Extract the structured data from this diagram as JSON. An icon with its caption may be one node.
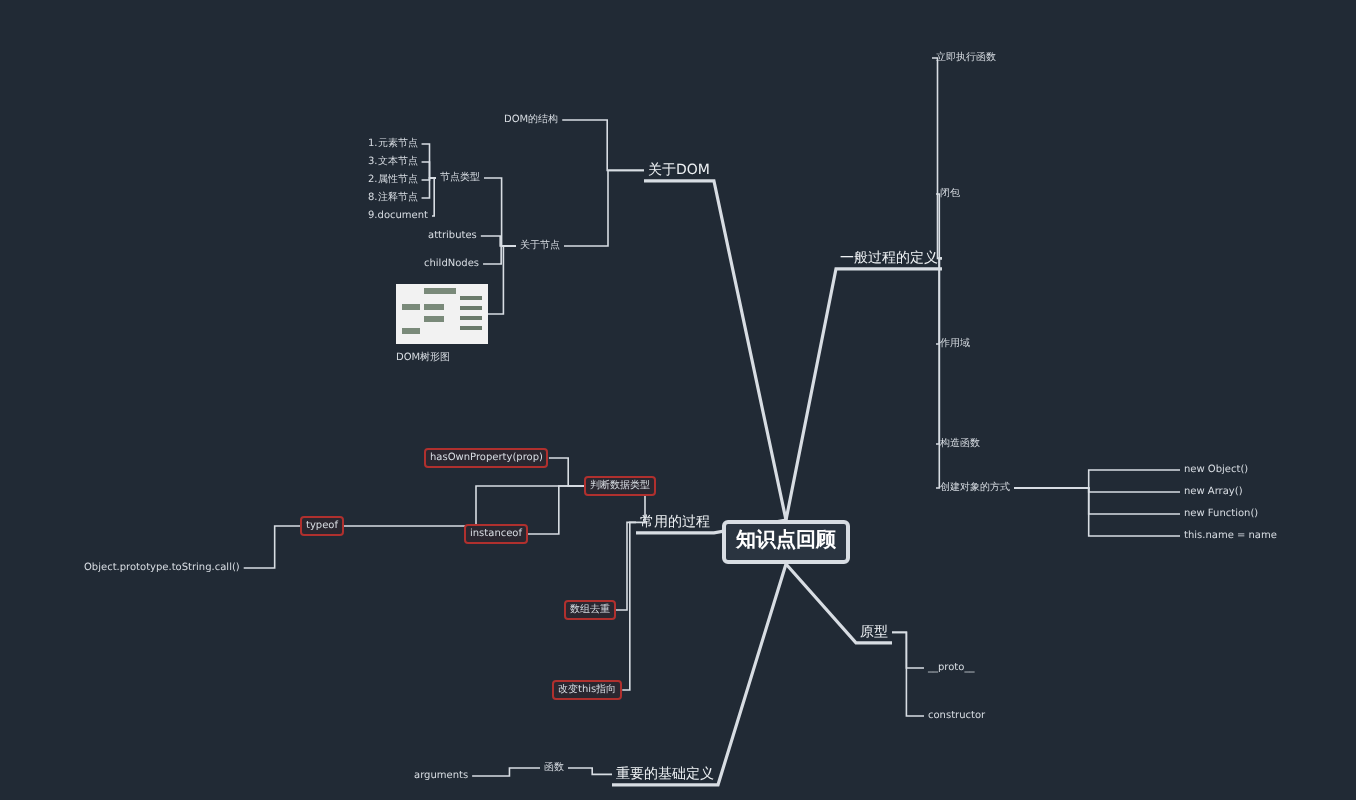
{
  "diagram": {
    "nodes": [
      {
        "text": [
          "知识点回顾"
        ]
      },
      {
        "text": [
          "关于DOM"
        ]
      },
      {
        "text": [
          "一般过程的定义"
        ]
      },
      {
        "text": [
          "常用的过程"
        ]
      },
      {
        "text": [
          "重要的基础定义"
        ]
      },
      {
        "text": [
          "原型"
        ]
      },
      {
        "text": [
          "DOM的结构"
        ]
      },
      {
        "text": [
          "关于节点"
        ]
      },
      {
        "text": [
          "节点类型"
        ]
      },
      {
        "text": [
          "attributes"
        ]
      },
      {
        "text": [
          "childNodes"
        ]
      },
      {
        "text": [],
        "shape": "picture",
        "beside": [
          "DOM树形图"
        ]
      },
      {
        "text": [
          "1.元素节点"
        ]
      },
      {
        "text": [
          "3.文本节点"
        ]
      },
      {
        "text": [
          "2.属性节点"
        ]
      },
      {
        "text": [
          "8.注释节点"
        ]
      },
      {
        "text": [
          "9.document"
        ]
      },
      {
        "text": [
          "立即执行函数"
        ]
      },
      {
        "text": [
          "闭包"
        ]
      },
      {
        "text": [
          "作用域"
        ]
      },
      {
        "text": [
          "构造函数"
        ]
      },
      {
        "text": [
          "创建对象的方式"
        ]
      },
      {
        "text": [
          "new Object()"
        ]
      },
      {
        "text": [
          "new Array()"
        ]
      },
      {
        "text": [
          "new Function()"
        ]
      },
      {
        "text": [
          "this.name = name"
        ]
      },
      {
        "text": [
          "判断数据类型"
        ]
      },
      {
        "text": [
          "hasOwnProperty(prop)"
        ]
      },
      {
        "text": [
          "instanceof"
        ]
      },
      {
        "text": [
          "typeof"
        ]
      },
      {
        "text": [
          "数组去重"
        ]
      },
      {
        "text": [
          "改变this指向"
        ]
      },
      {
        "text": [
          "函数"
        ]
      },
      {
        "text": [
          "arguments"
        ]
      },
      {
        "text": [
          "__proto__"
        ]
      },
      {
        "text": [
          "constructor"
        ]
      },
      {
        "text": [
          "Object.prototype.toString.call()"
        ]
      }
    ],
    "edges": [
      {
        "from": 0,
        "to": 1,
        "arrow": "none"
      },
      {
        "from": 0,
        "to": 2,
        "arrow": "none"
      },
      {
        "from": 0,
        "to": 3,
        "arrow": "none"
      },
      {
        "from": 0,
        "to": 4,
        "arrow": "none"
      },
      {
        "from": 0,
        "to": 5,
        "arrow": "none"
      },
      {
        "from": 1,
        "to": 6,
        "arrow": "none"
      },
      {
        "from": 1,
        "to": 7,
        "arrow": "none"
      },
      {
        "from": 7,
        "to": 8,
        "arrow": "none"
      },
      {
        "from": 7,
        "to": 9,
        "arrow": "none"
      },
      {
        "from": 7,
        "to": 10,
        "arrow": "none"
      },
      {
        "from": 7,
        "to": 11,
        "arrow": "none"
      },
      {
        "from": 8,
        "to": 12,
        "arrow": "none"
      },
      {
        "from": 8,
        "to": 13,
        "arrow": "none"
      },
      {
        "from": 8,
        "to": 14,
        "arrow": "none"
      },
      {
        "from": 8,
        "to": 15,
        "arrow": "none"
      },
      {
        "from": 8,
        "to": 16,
        "arrow": "none"
      },
      {
        "from": 2,
        "to": 17,
        "arrow": "none"
      },
      {
        "from": 2,
        "to": 18,
        "arrow": "none"
      },
      {
        "from": 2,
        "to": 19,
        "arrow": "none"
      },
      {
        "from": 2,
        "to": 20,
        "arrow": "none"
      },
      {
        "from": 2,
        "to": 21,
        "arrow": "none"
      },
      {
        "from": 21,
        "to": 22,
        "arrow": "none"
      },
      {
        "from": 21,
        "to": 23,
        "arrow": "none"
      },
      {
        "from": 21,
        "to": 24,
        "arrow": "none"
      },
      {
        "from": 21,
        "to": 25,
        "arrow": "none"
      },
      {
        "from": 3,
        "to": 26,
        "arrow": "none"
      },
      {
        "from": 3,
        "to": 30,
        "arrow": "none"
      },
      {
        "from": 3,
        "to": 31,
        "arrow": "none"
      },
      {
        "from": 26,
        "to": 27,
        "arrow": "none"
      },
      {
        "from": 26,
        "to": 28,
        "arrow": "none"
      },
      {
        "from": 26,
        "to": 29,
        "arrow": "none"
      },
      {
        "from": 29,
        "to": 36,
        "arrow": "none"
      },
      {
        "from": 4,
        "to": 32,
        "arrow": "none"
      },
      {
        "from": 32,
        "to": 33,
        "arrow": "none"
      },
      {
        "from": 5,
        "to": 34,
        "arrow": "none"
      },
      {
        "from": 5,
        "to": 35,
        "arrow": "none"
      }
    ]
  }
}
